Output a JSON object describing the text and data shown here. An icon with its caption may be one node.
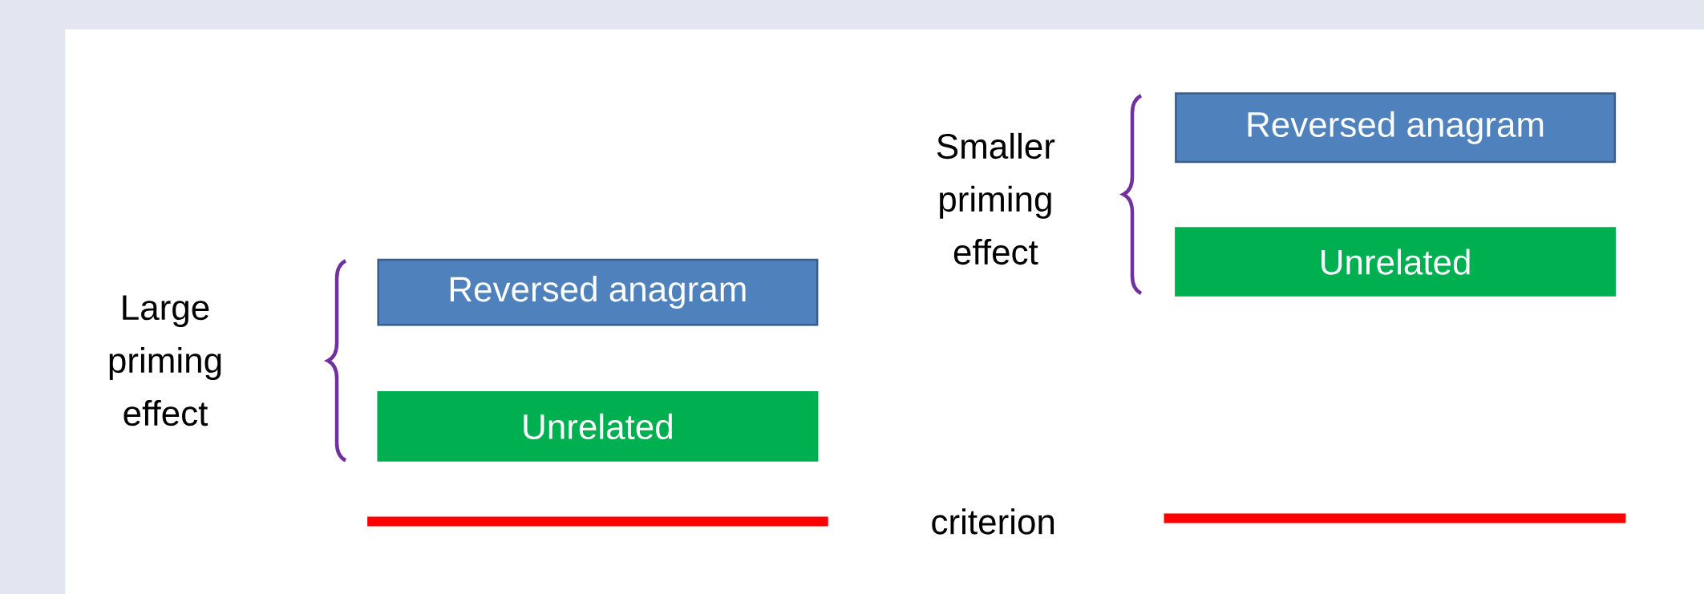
{
  "diagram": {
    "nodes": [
      {
        "text": [
          "Reversed anagram"
        ]
      },
      {
        "text": [
          "Unrelated"
        ]
      },
      {
        "text": [
          "Reversed anagram"
        ]
      },
      {
        "text": [
          "Unrelated"
        ]
      }
    ],
    "edges": [],
    "labels": [
      "Large priming effect",
      "Smaller priming effect",
      "criterion"
    ]
  }
}
